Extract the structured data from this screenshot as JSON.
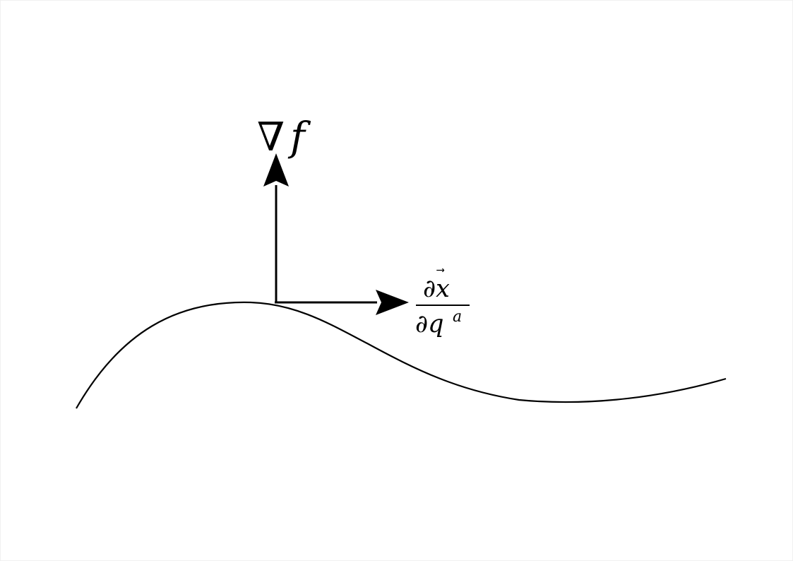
{
  "diagram": {
    "gradient_label": {
      "symbol": "∇",
      "var": "f"
    },
    "tangent_label": {
      "numerator_partial": "∂",
      "numerator_var": "x",
      "numerator_arrow": "⃗",
      "denominator_partial": "∂",
      "denominator_var": "q",
      "denominator_sup": "a"
    },
    "colors": {
      "stroke": "#000000",
      "background": "#ffffff"
    }
  }
}
